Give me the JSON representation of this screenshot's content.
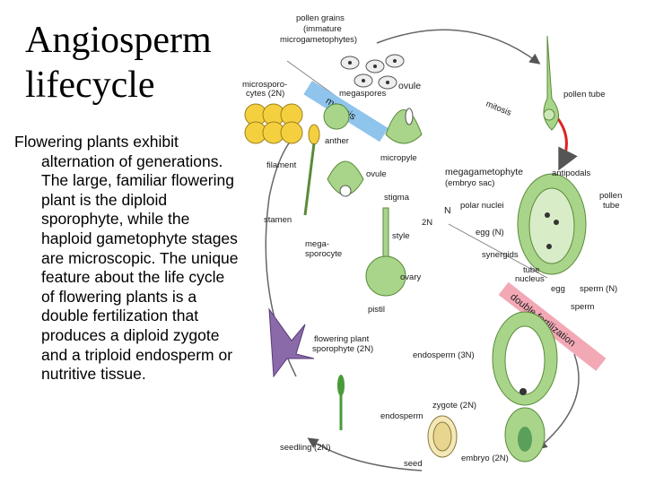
{
  "title": "Angiosperm lifecycle",
  "body": "Flowering plants exhibit alternation of generations. The large, familiar flowering plant is the diploid sporophyte, while the haploid gametophyte stages are microscopic. The unique feature about the life cycle of flowering plants is a double fertilization that produces a diploid zygote and a triploid endosperm or nutritive tissue.",
  "diagram": {
    "labels": {
      "pollen_grains": "pollen grains",
      "immature": "(immature",
      "microgametophytes": "microgametophytes)",
      "microsporocytes_1": "microsporo-",
      "microsporocytes_2": "cytes (2N)",
      "megaspores": "megaspores",
      "ovule_top": "ovule",
      "pollen_tube_top": "pollen tube",
      "mitosis": "mitosis",
      "meiosis": "meiosis",
      "anther": "anther",
      "filament": "filament",
      "ovule_mid": "ovule",
      "micropyle": "micropyle",
      "megagametophyte": "megagametophyte",
      "embryo_sac": "(embryo sac)",
      "antipodals": "antipodals",
      "pollen_tube_right_1": "pollen",
      "pollen_tube_right_2": "tube",
      "stigma": "stigma",
      "n": "N",
      "two_n": "2N",
      "polar_nuclei": "polar nuclei",
      "stamen": "stamen",
      "style": "style",
      "egg_n": "egg (N)",
      "mega_1": "mega-",
      "mega_2": "sporocyte",
      "synergids": "synergids",
      "tube_1": "tube",
      "tube_2": "nucleus",
      "ovary": "ovary",
      "egg": "egg",
      "sperm_n": "sperm (N)",
      "pistil": "pistil",
      "double_fertilization": "double fertilization",
      "sperm": "sperm",
      "flowering_1": "flowering plant",
      "flowering_2": "sporophyte (2N)",
      "endosperm_3n": "endosperm (3N)",
      "zygote": "zygote (2N)",
      "endosperm": "endosperm",
      "seedling": "seedling (2N)",
      "seed": "seed",
      "embryo": "embryo (2N)"
    }
  }
}
